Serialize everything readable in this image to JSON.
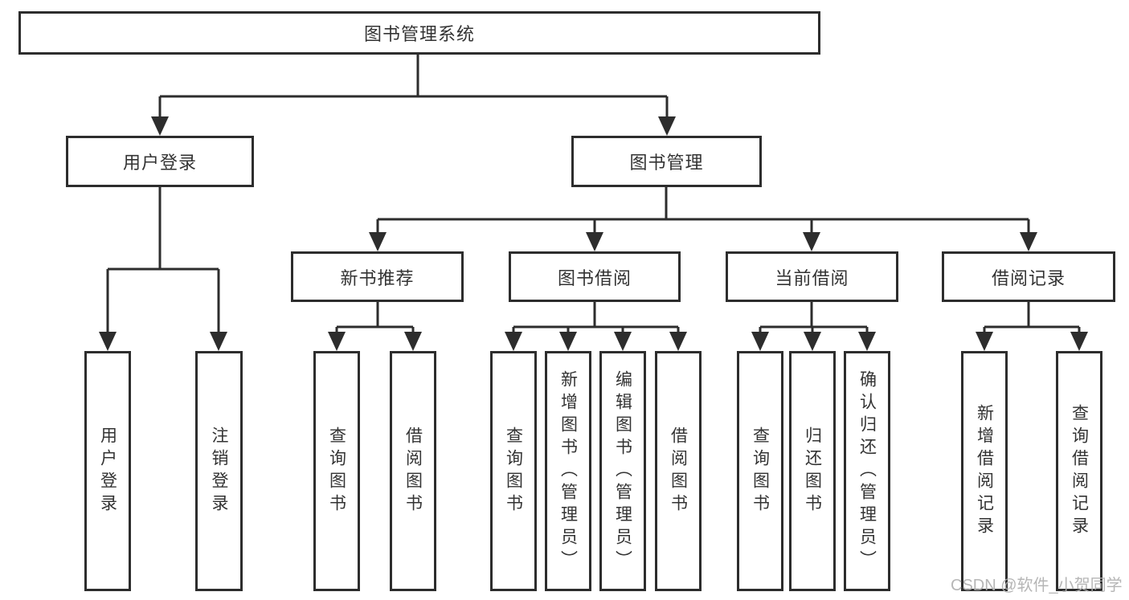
{
  "tree": {
    "root": {
      "label": "图书管理系统"
    },
    "branches": [
      {
        "label": "用户登录",
        "children": [
          {
            "label": "用户登录"
          },
          {
            "label": "注销登录"
          }
        ]
      },
      {
        "label": "图书管理",
        "sections": [
          {
            "label": "新书推荐",
            "children": [
              {
                "label": "查询图书"
              },
              {
                "label": "借阅图书"
              }
            ]
          },
          {
            "label": "图书借阅",
            "children": [
              {
                "label": "查询图书"
              },
              {
                "label": "新增图书（管理员）"
              },
              {
                "label": "编辑图书（管理员）"
              },
              {
                "label": "借阅图书"
              }
            ]
          },
          {
            "label": "当前借阅",
            "children": [
              {
                "label": "查询图书"
              },
              {
                "label": "归还图书"
              },
              {
                "label": "确认归还（管理员）"
              }
            ]
          },
          {
            "label": "借阅记录",
            "children": [
              {
                "label": "新增借阅记录"
              },
              {
                "label": "查询借阅记录"
              }
            ]
          }
        ]
      }
    ]
  },
  "watermark": "CSDN @软件_小贺同学",
  "colors": {
    "line": "#2d2d2d",
    "text": "#333333",
    "watermark": "#b0b0b0",
    "background": "#ffffff"
  }
}
